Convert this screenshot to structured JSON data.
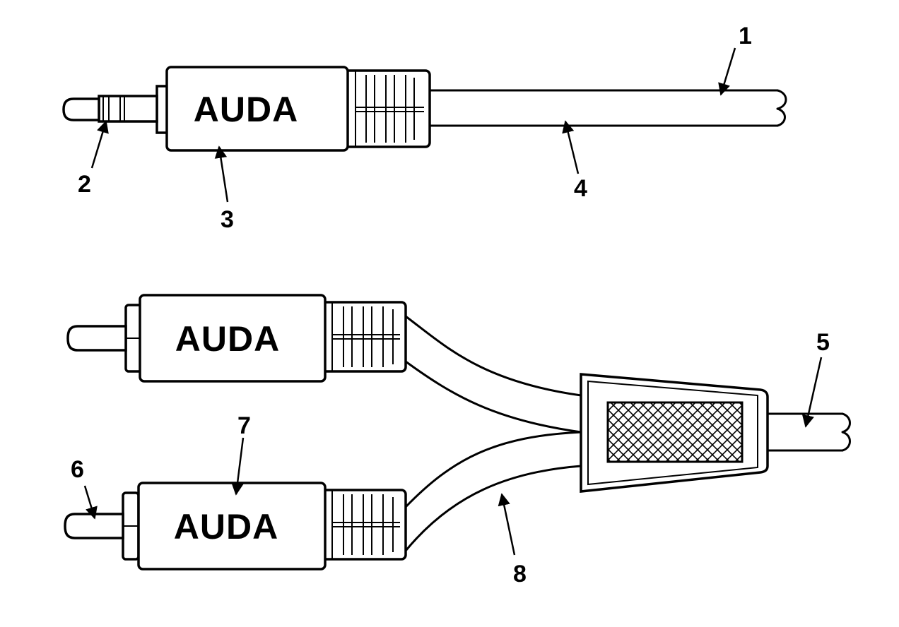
{
  "brand": {
    "top_plug": "AUDA",
    "rca_upper": "AUDA",
    "rca_lower": "AUDA"
  },
  "callouts": {
    "c1": "1",
    "c2": "2",
    "c3": "3",
    "c4": "4",
    "c5": "5",
    "c6": "6",
    "c7": "7",
    "c8": "8"
  },
  "colors": {
    "line": "#000000",
    "background": "#ffffff"
  }
}
